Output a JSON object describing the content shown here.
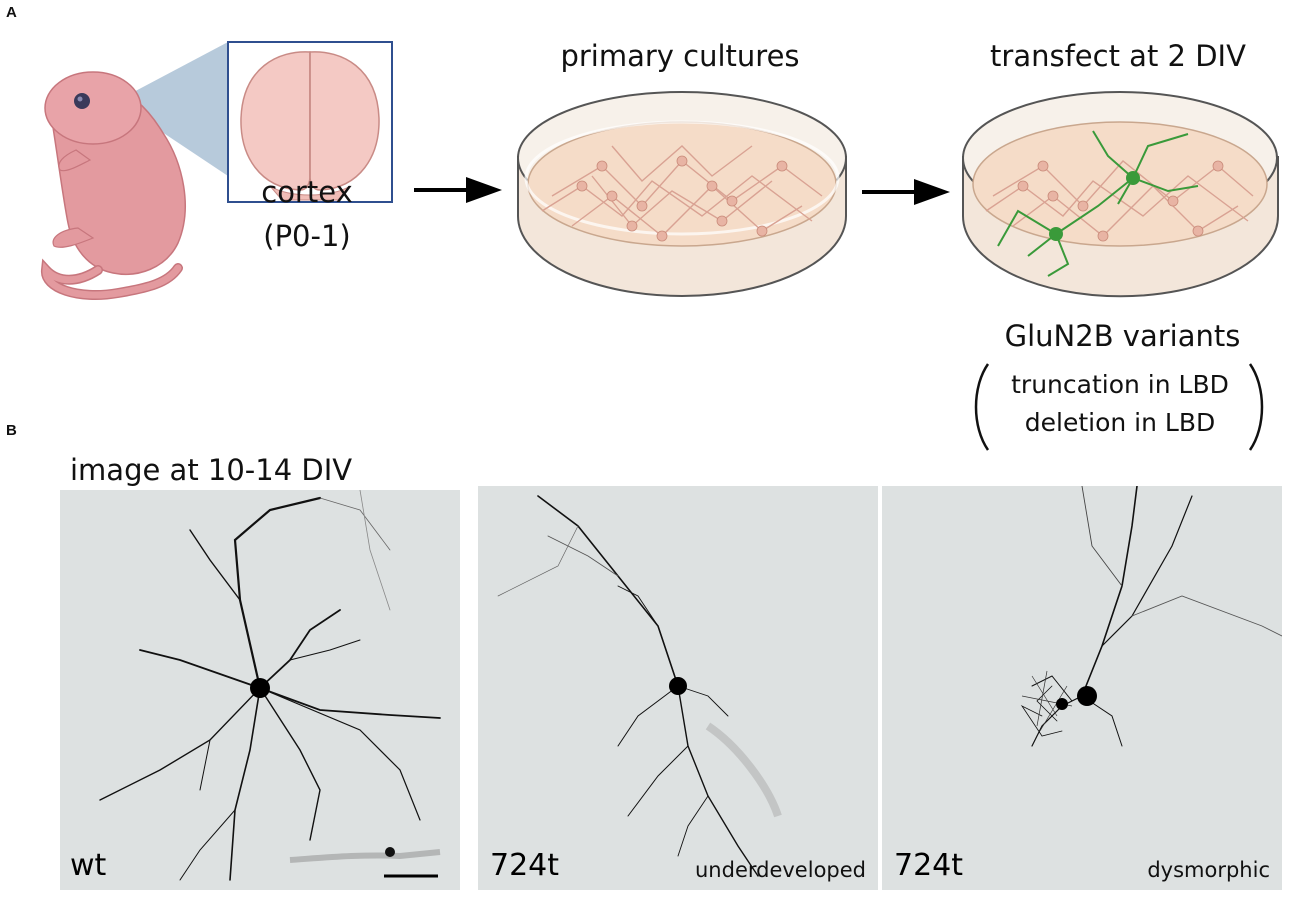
{
  "panel_a": {
    "letter": "A",
    "source_label": "cortex",
    "source_age": "(P0-1)",
    "culture_title": "primary cultures",
    "transfect_title": "transfect at 2 DIV",
    "variants_title": "GluN2B variants",
    "variants": [
      "truncation in LBD",
      "deletion in LBD"
    ]
  },
  "panel_b": {
    "letter": "B",
    "image_caption": "image at 10-14 DIV",
    "images": [
      {
        "label": "wt",
        "note": ""
      },
      {
        "label": "724t",
        "note": "underdeveloped"
      },
      {
        "label": "724t",
        "note": "dysmorphic"
      }
    ]
  },
  "colors": {
    "pup": "#e39a9f",
    "brain": "#f4c9c4",
    "dish": "#f5dcc8",
    "neuron": "#d9a293",
    "transfected_neuron": "#3a9a3a",
    "micrograph_bg": "#dde1e1",
    "frame": "#2f4f8f"
  }
}
